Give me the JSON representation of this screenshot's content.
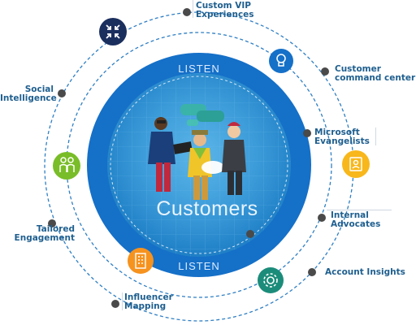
{
  "center": {
    "title": "Customers",
    "ring_label_top": "LISTEN",
    "ring_label_bottom": "LISTEN"
  },
  "labels": {
    "custom_vip": [
      "Custom VIP",
      "Experiences"
    ],
    "customer_command": [
      "Customer",
      "command center"
    ],
    "microsoft_evangelists": [
      "Microsoft",
      "Evangelists"
    ],
    "internal_advocates": [
      "Internal",
      "Advocates"
    ],
    "account_insights": [
      "Account Insights"
    ],
    "influencer_mapping": [
      "Influencer",
      "Mapping"
    ],
    "tailored_engagement": [
      "Tailored",
      "Engagement"
    ],
    "social_intelligence": [
      "Social",
      "Intelligence"
    ]
  },
  "icons": {
    "vip": "arrows-inward-icon",
    "command": "lightbulb-icon",
    "evangelists": "badge-person-icon",
    "insights": "gear-icon",
    "influencer": "building-icon",
    "engagement": "people-icon"
  },
  "colors": {
    "ring_blue": "#1570c8",
    "inner_blue": "#2b8fd6",
    "navy": "#1b2f5e",
    "orange": "#f6921e",
    "yellow": "#f8b71a",
    "green_lime": "#79bd28",
    "teal": "#1c8c7a",
    "label": "#1f5f8f"
  }
}
